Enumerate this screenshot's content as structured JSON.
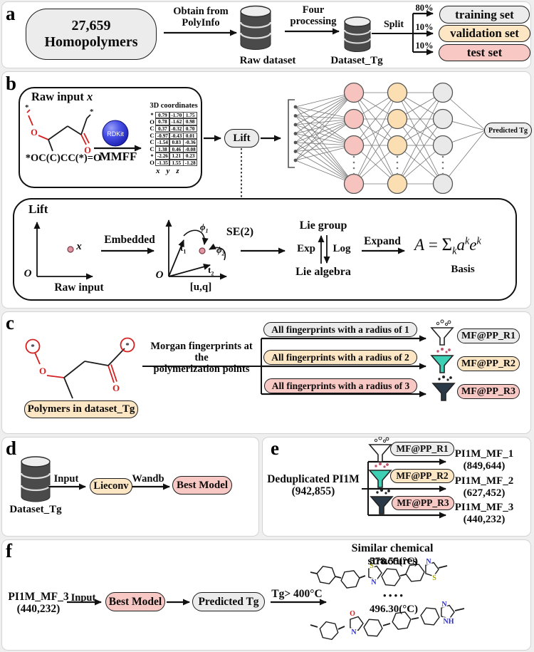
{
  "colors": {
    "grey_box": "#ececec",
    "tan_box": "#fce6c3",
    "pink_box": "#f8c8c4",
    "node_pink": "#f6c3bf",
    "node_orange": "#fbdfb2",
    "node_grey": "#e9e9e9",
    "funnel_teal": "#3ed0b5",
    "funnel_navy": "#2a3947",
    "rdkit_blue": "#2a30cf",
    "atom_red": "#d42020",
    "atom_blue": "#2b2bd0",
    "atom_sulfur": "#a8a400"
  },
  "panels": {
    "a": {
      "label": "a",
      "source": [
        "27,659",
        "Homopolymers"
      ],
      "step1": [
        "Obtain from",
        "PolyInfo"
      ],
      "raw_dataset": "Raw dataset",
      "step2": [
        "Four",
        "processing"
      ],
      "dataset_tg": "Dataset_Tg",
      "split": "Split",
      "splits": [
        {
          "pct": "80%",
          "label": "training set"
        },
        {
          "pct": "10%",
          "label": "validation set"
        },
        {
          "pct": "10%",
          "label": "test set"
        }
      ]
    },
    "b": {
      "label": "b",
      "raw_input_title": "Raw input",
      "raw_input_var": "x",
      "smiles": "*OC(C)CC(*)=O",
      "rdkit": "RDKit",
      "mmff": "MMFF",
      "molecule": {
        "star1": "*",
        "o1": "O",
        "o2": "O",
        "star2": "*"
      },
      "coords": {
        "title": "3D coordinates",
        "atoms": [
          "*",
          "O",
          "C",
          "C",
          "C",
          "C",
          "*",
          "O"
        ],
        "values": [
          [
            "0.79",
            "-1.70",
            "1.75"
          ],
          [
            "0.78",
            "-1.62",
            "0.98"
          ],
          [
            "0.37",
            "-0.32",
            "0.70"
          ],
          [
            "-0.97",
            "-0.43",
            "0.01"
          ],
          [
            "-1.54",
            "0.83",
            "-0.36"
          ],
          [
            "1.38",
            "0.46",
            "-0.08"
          ],
          [
            "-2.26",
            "1.21",
            "0.23"
          ],
          [
            "-1.35",
            "1.55",
            "-1.28"
          ]
        ],
        "axes": [
          "x",
          "y",
          "z"
        ]
      },
      "lift": "Lift",
      "predicted": "Predicted Tg",
      "sub": {
        "title": "Lift",
        "origin": "O",
        "x_point": "x",
        "raw_axis": "Raw input",
        "embedded": "Embedded",
        "t1": [
          "t",
          "1"
        ],
        "t2": [
          "t",
          "2"
        ],
        "phi1": [
          "ϕ",
          "1"
        ],
        "phi2": [
          "ϕ",
          "2"
        ],
        "se2": "SE(2)",
        "uq": "[u,q]",
        "lie_group": "Lie group",
        "exp": "Exp",
        "log": "Log",
        "lie_algebra": "Lie algebra",
        "expand": "Expand",
        "formula": {
          "A": "A",
          "eq": "=",
          "sigma": "Σ",
          "sub_k": "k",
          "a": "a",
          "sup_k1": "k",
          "e": "e",
          "sup_k2": "k"
        },
        "basis": "Basis"
      }
    },
    "c": {
      "label": "c",
      "pill": "Polymers in dataset_Tg",
      "morgan": [
        "Morgan fingerprints at the",
        "polymerization points"
      ],
      "molecule": {
        "star1": "*",
        "o1": "O",
        "o2": "O",
        "star2": "*"
      },
      "branches": [
        {
          "label": "All fingerprints with a radius of 1",
          "out": "MF@PP_R1"
        },
        {
          "label": "All fingerprints with a radius of 2",
          "out": "MF@PP_R2"
        },
        {
          "label": "All fingerprints with a radius of 3",
          "out": "MF@PP_R3"
        }
      ]
    },
    "d": {
      "label": "d",
      "dataset": "Dataset_Tg",
      "input": "Input",
      "model": "Lieconv",
      "wandb": "Wandb",
      "best": "Best Model"
    },
    "e": {
      "label": "e",
      "source": [
        "Deduplicated PI1M",
        "(942,855)"
      ],
      "rows": [
        {
          "filter": "MF@PP_R1",
          "name": "PI1M_MF_1",
          "count": "(849,644)"
        },
        {
          "filter": "MF@PP_R2",
          "name": "PI1M_MF_2",
          "count": "(627,452)"
        },
        {
          "filter": "MF@PP_R3",
          "name": "PI1M_MF_3",
          "count": "(440,232)"
        }
      ]
    },
    "f": {
      "label": "f",
      "source": [
        "PI1M_MF_3",
        "(440,232)"
      ],
      "input": "Input",
      "best": "Best Model",
      "predicted": "Predicted Tg",
      "condition": "Tg> 400°C",
      "title": "Similar chemical structures",
      "tg_top": "578.55(°C)",
      "dots": "• • • •",
      "tg_bottom": "496.30(°C)",
      "atoms": {
        "s": "S",
        "n": "N",
        "o": "O",
        "nh": "NH"
      }
    }
  }
}
